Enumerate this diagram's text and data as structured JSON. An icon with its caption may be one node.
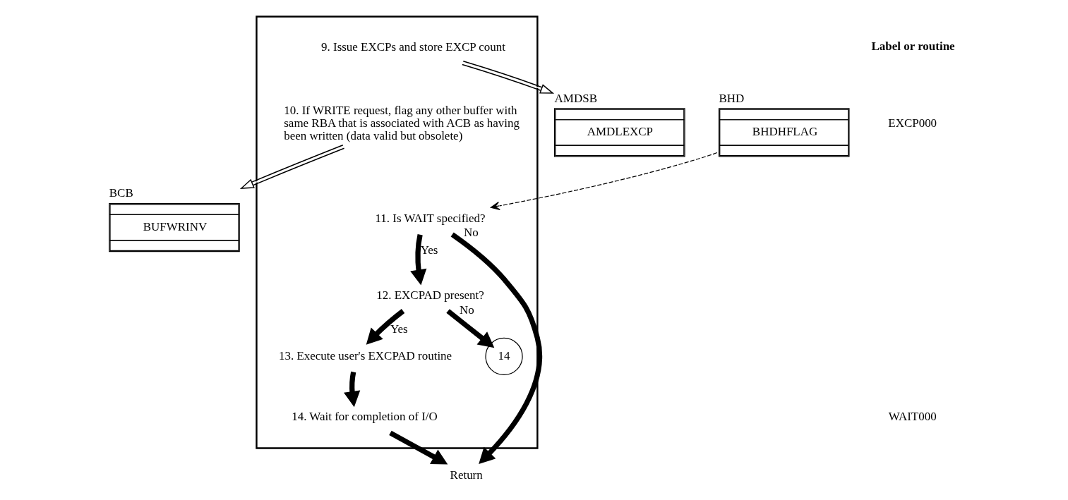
{
  "diagram": {
    "nodes": [
      {
        "text": [],
        "shape": "box"
      },
      {
        "text": [
          "9. Issue EXCPs and store EXCP count"
        ],
        "in": 0
      },
      {
        "text": [
          "10. If WRITE request, flag any other buffer with same RBA that is associated with ACB as having been written (data valid but obsolete)"
        ],
        "in": 0
      },
      {
        "text": [
          "11. Is WAIT specified?"
        ],
        "in": 0
      },
      {
        "text": [
          "12. EXCPAD present?"
        ],
        "in": 0
      },
      {
        "text": [
          "13. Execute user's EXCPAD routine"
        ],
        "in": 0
      },
      {
        "text": [
          "14. Wait for completion of I/O"
        ],
        "in": 0
      },
      {
        "text": [
          "AMDSB",
          "AMDLEXCP"
        ]
      },
      {
        "text": [
          "BCB",
          "BUFWRINV"
        ]
      },
      {
        "text": [
          "BHD",
          "BHDHFLAG"
        ]
      },
      {
        "text": [
          "14"
        ],
        "in": 0
      },
      {
        "text": [
          "Return"
        ]
      }
    ],
    "edges": [
      {
        "from": 1,
        "to": 7,
        "arrow": "to"
      },
      {
        "from": 2,
        "to": 8,
        "arrow": "to"
      },
      {
        "from": 9,
        "to": 3,
        "arrow": "to",
        "style": "dashed"
      },
      {
        "from": 3,
        "to": 11,
        "arrow": "to",
        "label": "No"
      },
      {
        "from": 3,
        "to": 4,
        "arrow": "to",
        "label": "Yes"
      },
      {
        "from": 4,
        "to": 10,
        "arrow": "to",
        "label": "No"
      },
      {
        "from": 4,
        "to": 5,
        "arrow": "to",
        "label": "Yes"
      },
      {
        "from": 5,
        "to": 6,
        "arrow": "to"
      },
      {
        "from": 6,
        "to": 11,
        "arrow": "to"
      }
    ],
    "labels": [
      "Label or routine",
      "EXCP000",
      "WAIT000"
    ]
  }
}
